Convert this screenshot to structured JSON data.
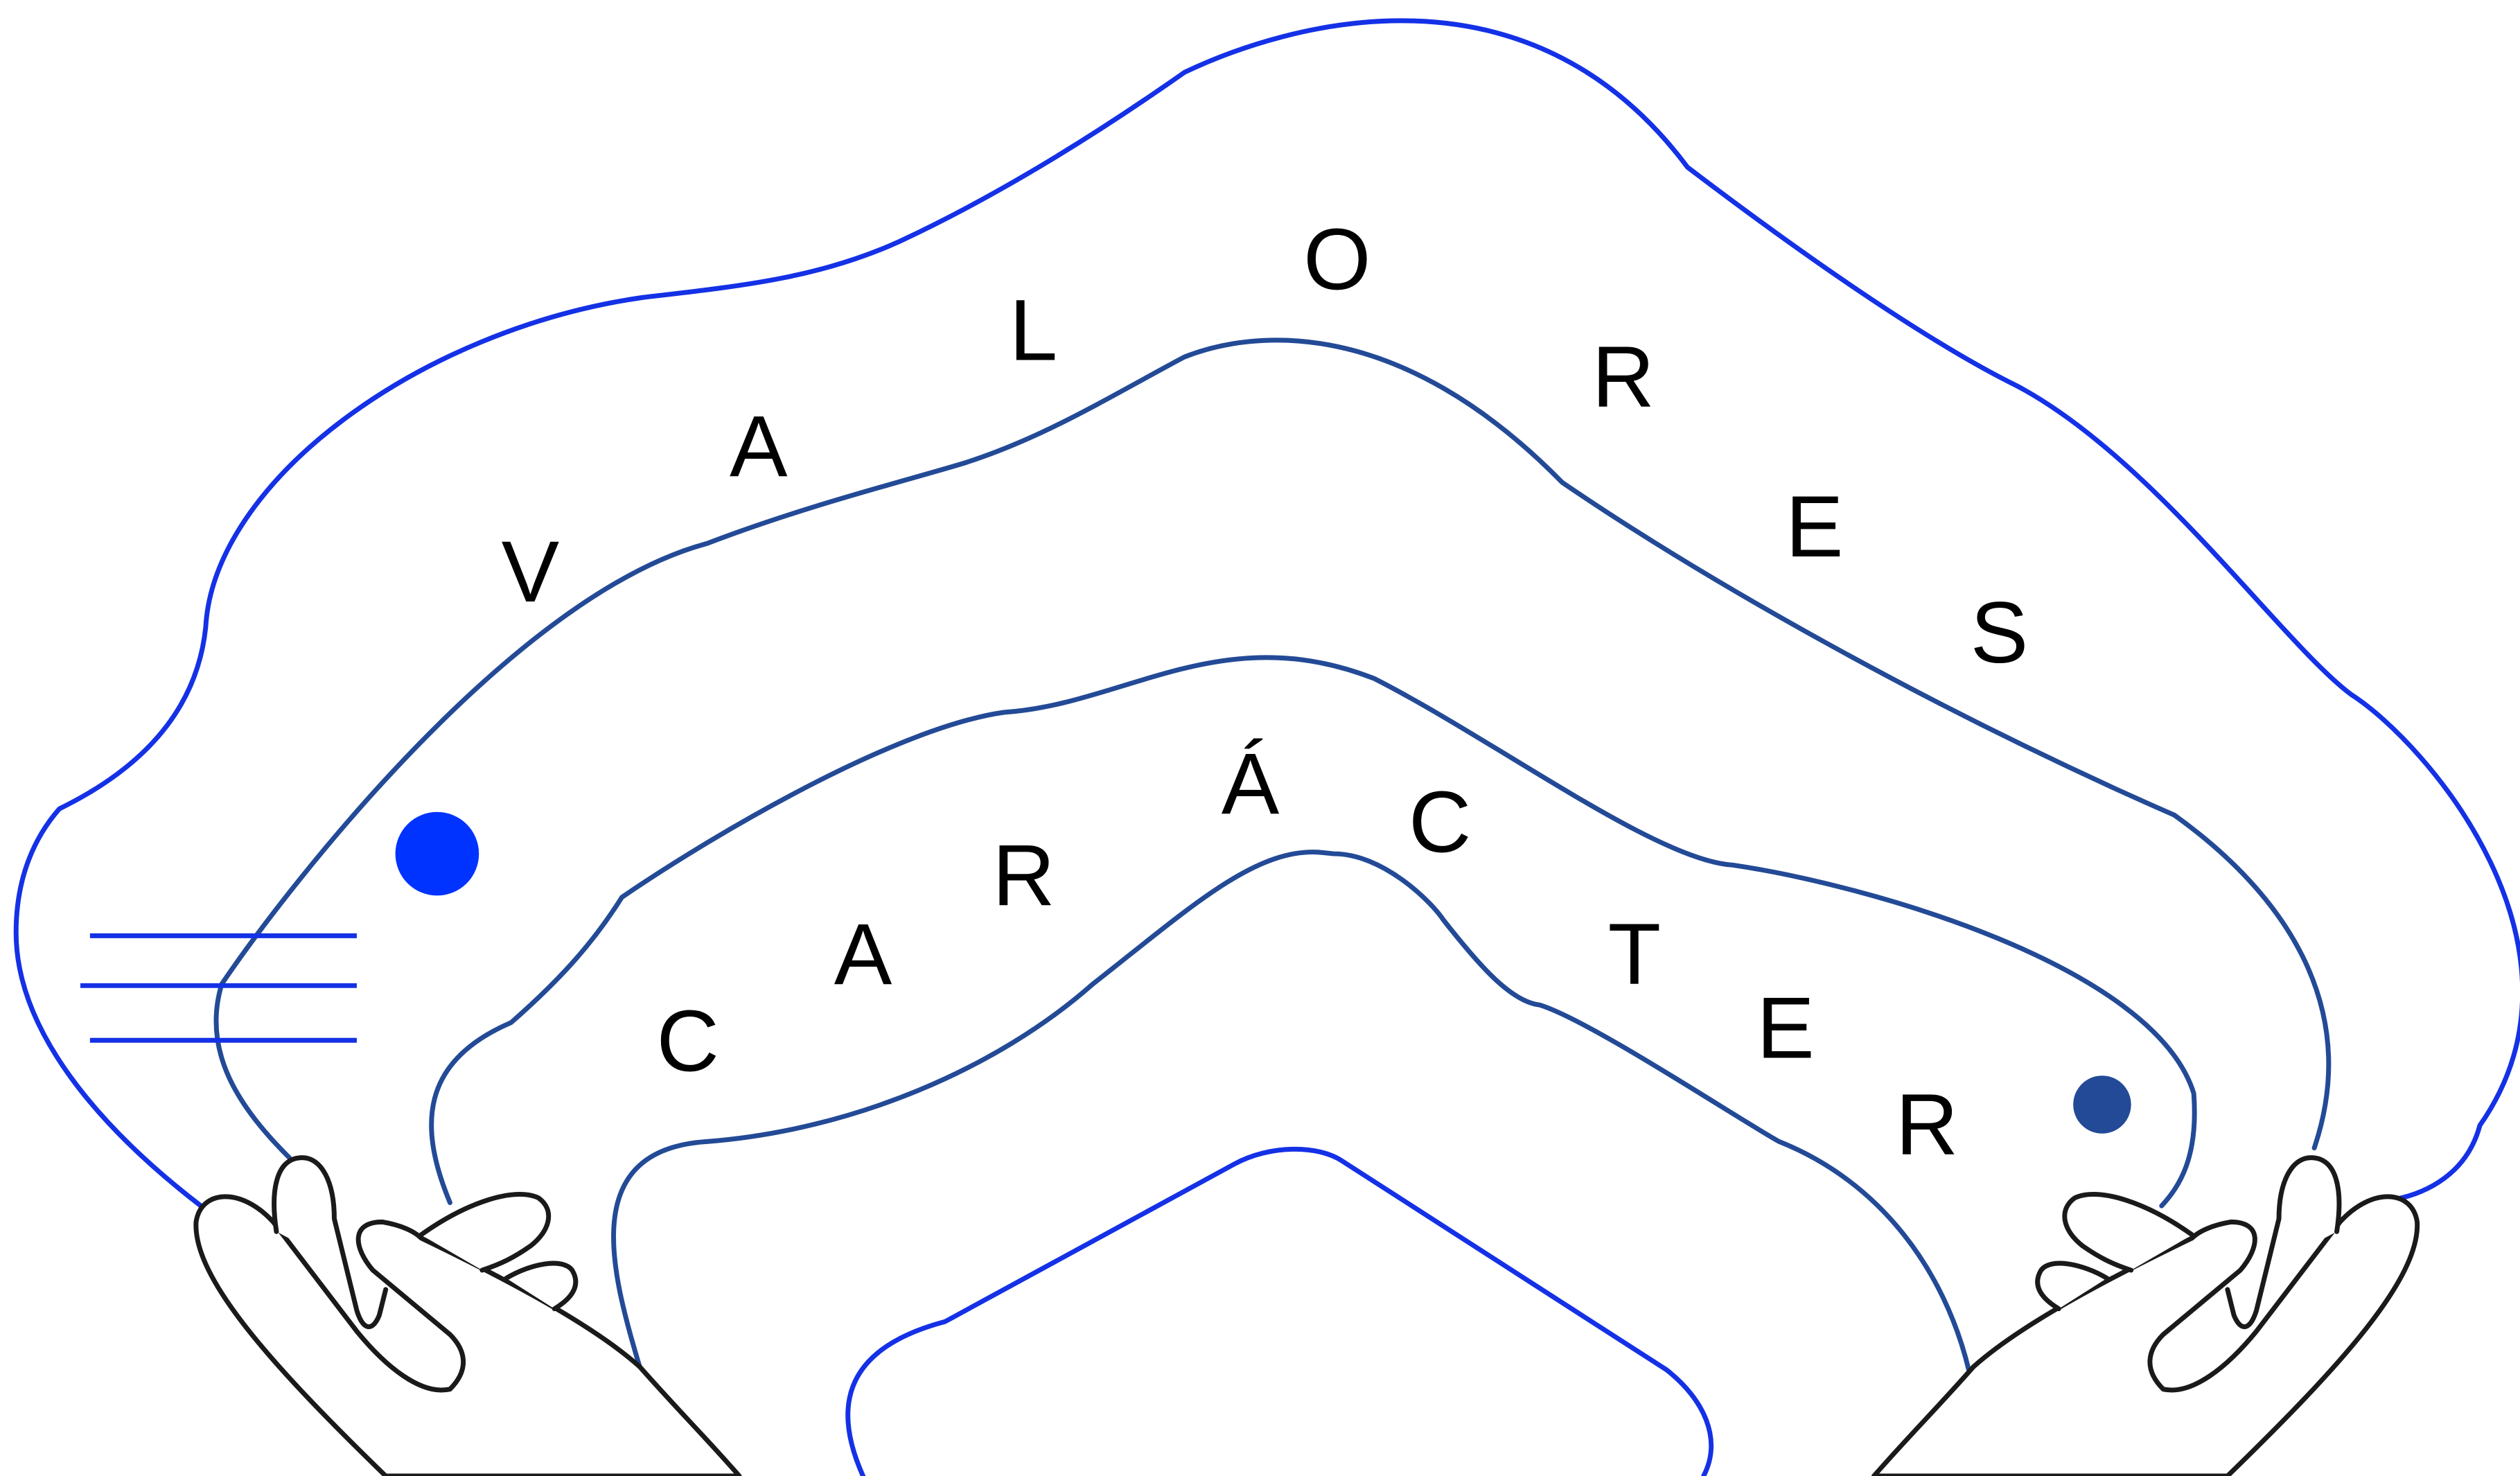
{
  "top_word": {
    "letters": [
      "V",
      "A",
      "L",
      "O",
      "R",
      "E",
      "S"
    ]
  },
  "inner_word": {
    "letters": [
      "C",
      "A",
      "R",
      "Á",
      "C",
      "T",
      "E",
      "R"
    ]
  },
  "colors": {
    "outer_blue": "#1431e6",
    "mid_blue": "#234a96",
    "dot_bright": "#0033ff",
    "dot_dark": "#234a96",
    "hand_stroke": "#1a1a1a",
    "letters": "#000000",
    "background": "#ffffff"
  },
  "icons": {
    "left_dot": "filled-circle",
    "right_dot": "filled-circle",
    "speed_lines": "horizontal-lines",
    "hands": "cupped-hands"
  }
}
